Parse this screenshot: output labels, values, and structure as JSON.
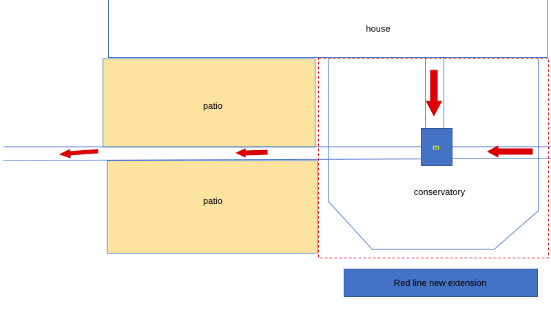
{
  "labels": {
    "house": "house",
    "patio_top": "patio",
    "patio_bottom": "patio",
    "conservatory": "conservatory",
    "manhole": "m",
    "legend": "Red line new extension"
  },
  "colors": {
    "patio_fill": "#FCE4A0",
    "outline_blue": "#4472C4",
    "box_blue": "#4472C4",
    "arrow_red": "#E00000",
    "dashed_red": "#E00000",
    "manhole_text": "#FFFF00",
    "house_border": "#4472C4"
  }
}
